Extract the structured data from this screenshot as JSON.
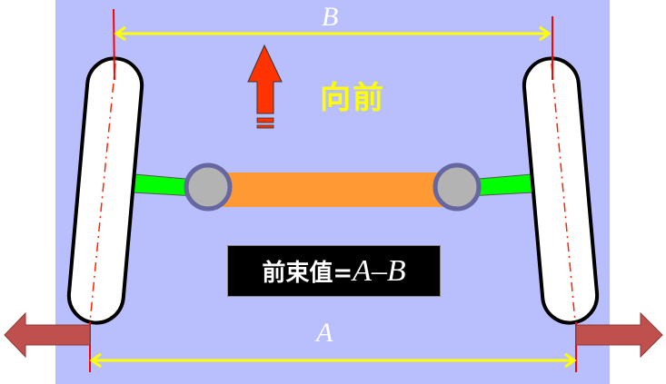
{
  "labels": {
    "B": "B",
    "A": "A",
    "forward": "向前"
  },
  "formula": {
    "prefix": "前束值=",
    "expr": "A–B"
  },
  "colors": {
    "background": "#b8bffc",
    "wheel": "#ffffff",
    "tie_rod": "#ff9933",
    "link": "#00ff00",
    "joint": "#b3b3b3",
    "joint_ring": "#6666a0",
    "dimension": "#ffff00",
    "centerline": "#ff0000",
    "forward_arrow": "#ff3300",
    "side_arrows": "#c0504d"
  }
}
